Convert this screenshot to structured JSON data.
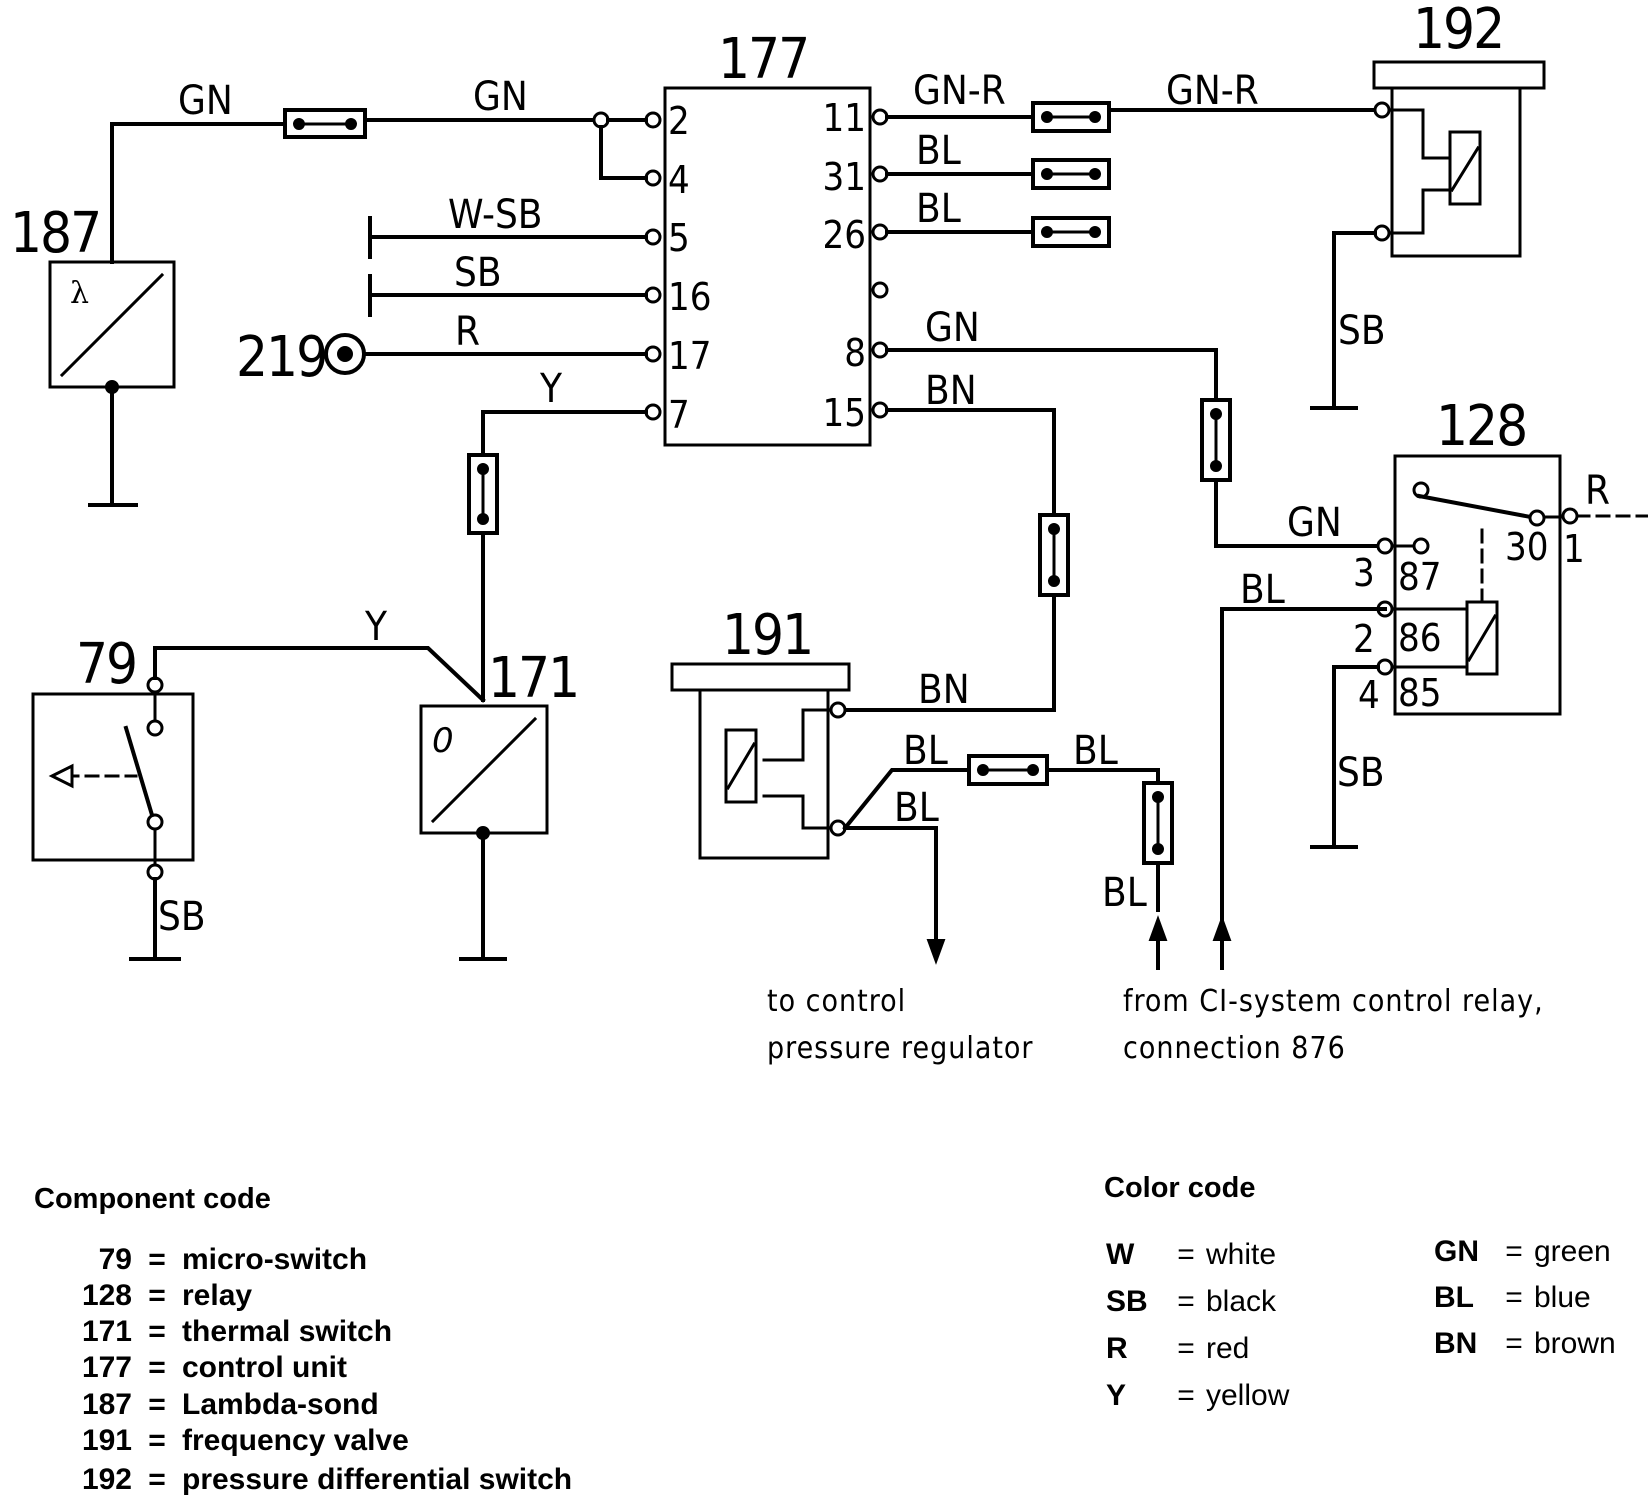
{
  "components": [
    {
      "id": "177",
      "name": "control unit",
      "label": "177"
    },
    {
      "id": "187",
      "name": "Lambda-sond",
      "label": "187",
      "symbol": "λ"
    },
    {
      "id": "219",
      "name": "",
      "label": "219"
    },
    {
      "id": "192",
      "name": "pressure differential switch",
      "label": "192"
    },
    {
      "id": "128",
      "name": "relay",
      "label": "128"
    },
    {
      "id": "191",
      "name": "frequency valve",
      "label": "191"
    },
    {
      "id": "171",
      "name": "thermal switch",
      "label": "171",
      "symbol": "0"
    },
    {
      "id": "79",
      "name": "micro-switch",
      "label": "79"
    }
  ],
  "control_unit_pins": {
    "left": [
      "2",
      "4",
      "5",
      "16",
      "17",
      "7"
    ],
    "right": [
      "11",
      "31",
      "26",
      "",
      "8",
      "15"
    ]
  },
  "relay_pins": {
    "numbers": [
      "3",
      "2",
      "4",
      "30",
      "1"
    ],
    "terminals": [
      "87",
      "86",
      "85"
    ]
  },
  "wires": {
    "gn_left_a": "GN",
    "gn_left_b": "GN",
    "w_sb": "W-SB",
    "sb_16": "SB",
    "r_17": "R",
    "y_7": "Y",
    "gn_r_a": "GN-R",
    "gn_r_b": "GN-R",
    "bl_31": "BL",
    "bl_26": "BL",
    "gn_8": "GN",
    "bn_15": "BN",
    "sb_192": "SB",
    "gn_relay": "GN",
    "bl_relay": "BL",
    "sb_relay": "SB",
    "r_relay": "R",
    "bn_191": "BN",
    "bl_191_a": "BL",
    "bl_191_b": "BL",
    "bl_fuse": "BL",
    "bl_down": "BL",
    "y_79": "Y",
    "sb_79": "SB"
  },
  "notes": {
    "to_regulator_line1": "to control",
    "to_regulator_line2": "pressure regulator",
    "from_relay_line1": "from CI-system control relay,",
    "from_relay_line2": "connection 876"
  },
  "component_legend": {
    "title": "Component code",
    "items": [
      {
        "code": "79",
        "name": "micro-switch"
      },
      {
        "code": "128",
        "name": "relay"
      },
      {
        "code": "171",
        "name": "thermal switch"
      },
      {
        "code": "177",
        "name": "control unit"
      },
      {
        "code": "187",
        "name": "Lambda-sond"
      },
      {
        "code": "191",
        "name": "frequency valve"
      },
      {
        "code": "192",
        "name": "pressure differential switch"
      }
    ]
  },
  "color_legend": {
    "title": "Color code",
    "left": [
      {
        "code": "W",
        "name": "white"
      },
      {
        "code": "SB",
        "name": "black"
      },
      {
        "code": "R",
        "name": "red"
      },
      {
        "code": "Y",
        "name": "yellow"
      }
    ],
    "right": [
      {
        "code": "GN",
        "name": "green"
      },
      {
        "code": "BL",
        "name": "blue"
      },
      {
        "code": "BN",
        "name": "brown"
      }
    ]
  }
}
